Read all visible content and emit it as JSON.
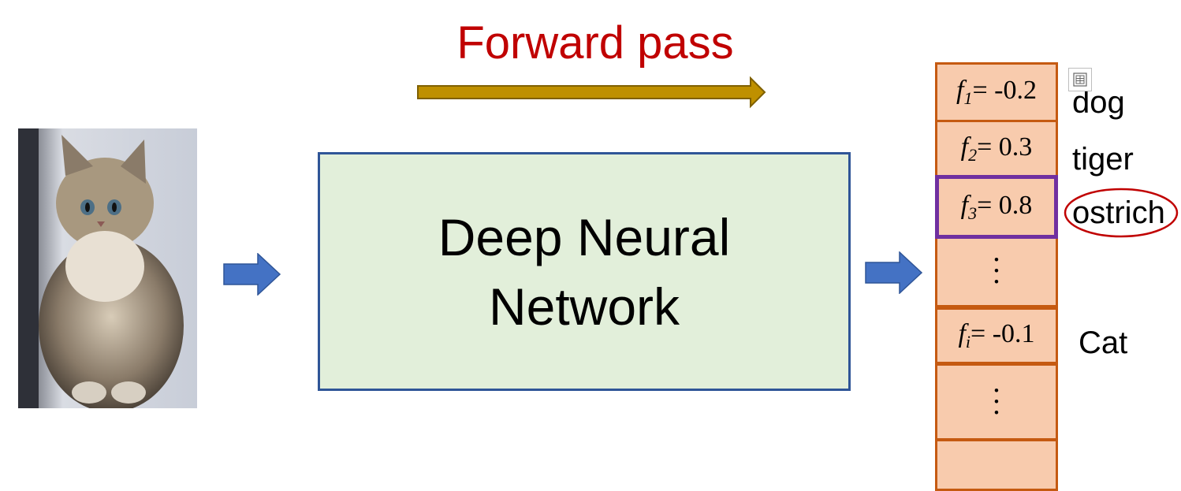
{
  "title": "Forward pass",
  "network_label_line1": "Deep Neural",
  "network_label_line2": "Network",
  "scores": [
    {
      "sub": "1",
      "value": "= -0.2",
      "label": "dog",
      "highlight": false
    },
    {
      "sub": "2",
      "value": "= 0.3",
      "label": "tiger",
      "highlight": false
    },
    {
      "sub": "3",
      "value": "= 0.8",
      "label": "ostrich",
      "highlight": true
    },
    {
      "sub": "i",
      "value": "= -0.1",
      "label": "Cat",
      "highlight": false
    }
  ],
  "colors": {
    "title": "#c00000",
    "forward_arrow": "#bf9000",
    "flow_arrows": "#4472c4",
    "network_fill": "#e2efda",
    "network_border": "#2f5597",
    "cell_fill": "#f8cbad",
    "cell_border": "#c55a11",
    "selected_border": "#7030a0",
    "ostrich_circle": "#c00000"
  },
  "icons": {
    "input_image": "kitten-photo",
    "corner_widget": "layout-options-icon"
  }
}
